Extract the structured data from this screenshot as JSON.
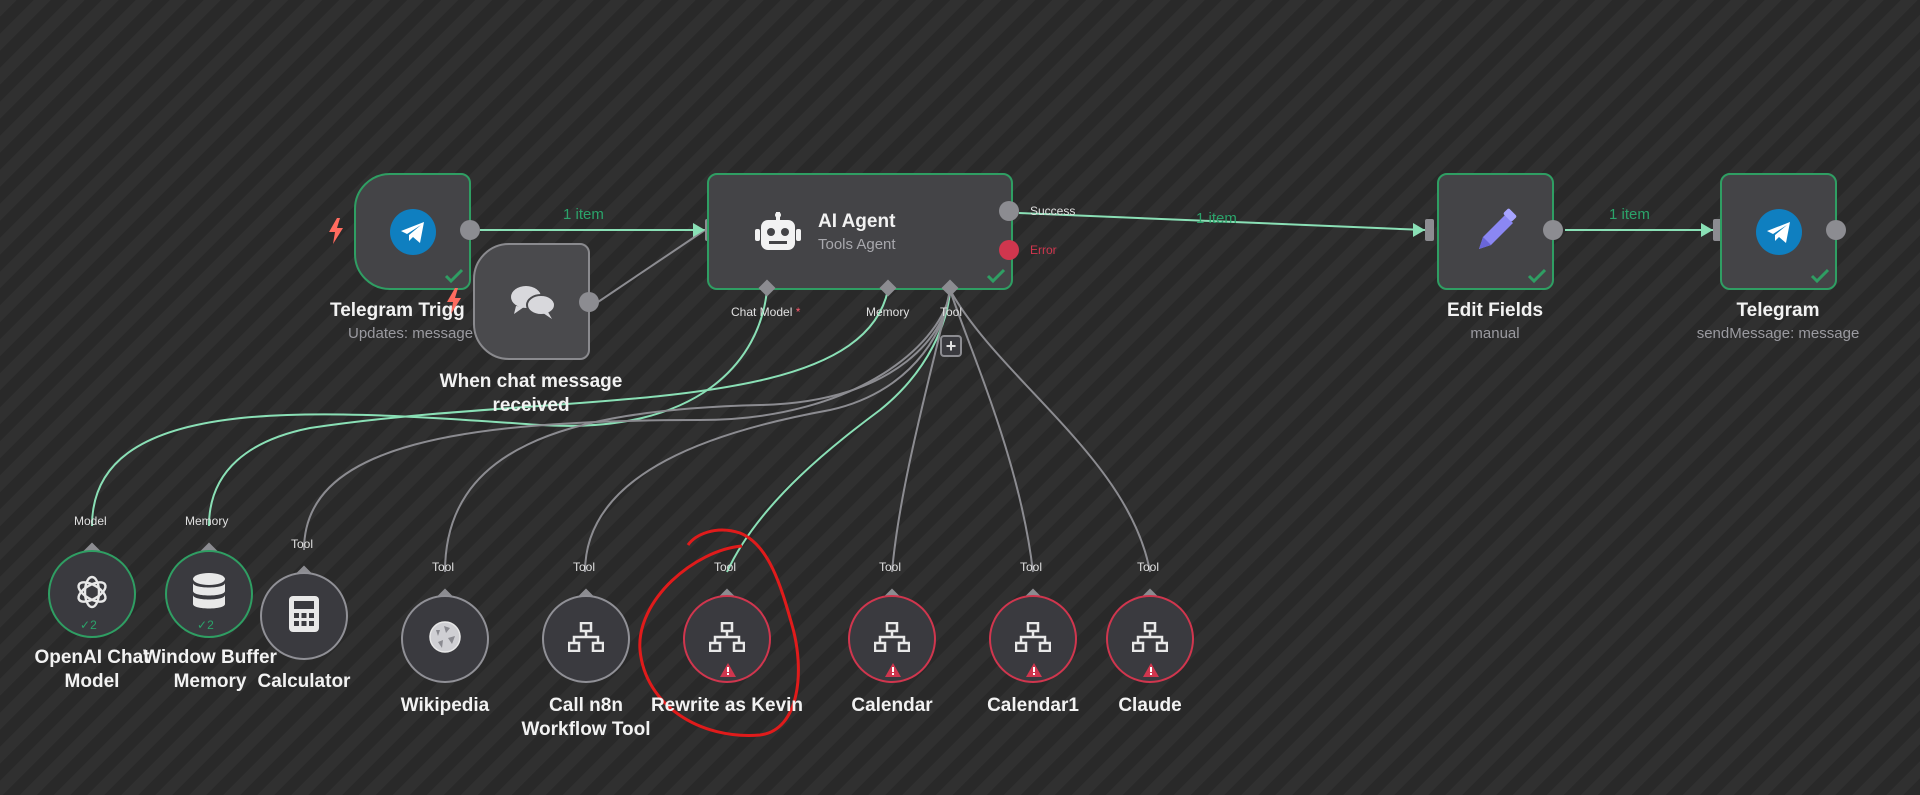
{
  "colors": {
    "success": "#2f9e63",
    "error": "#d0364e",
    "edge_active": "#8ae0b6",
    "edge_idle": "#8c8c91",
    "background": "#2b2b2b"
  },
  "edges": {
    "item_label": "1 item"
  },
  "trigger": {
    "title": "Telegram Trigg",
    "subtitle": "Updates: message"
  },
  "chat_trigger": {
    "title_line1": "When chat message",
    "title_line2": "received"
  },
  "agent": {
    "title": "AI Agent",
    "subtitle": "Tools Agent",
    "success": "Success",
    "error": "Error",
    "port_chat_model": "Chat Model",
    "required_mark": "*",
    "port_memory": "Memory",
    "port_tool": "Tool",
    "add_icon": "+"
  },
  "edit_fields": {
    "title": "Edit Fields",
    "subtitle": "manual"
  },
  "telegram": {
    "title": "Telegram",
    "subtitle": "sendMessage: message"
  },
  "subnodes": {
    "openai": {
      "port": "Model",
      "line1": "OpenAI Chat",
      "line2": "Model",
      "count": "2"
    },
    "memory": {
      "port": "Memory",
      "line1": "Window Buffer",
      "line2": "Memory",
      "count": "2"
    },
    "calculator": {
      "port": "Tool",
      "line1": "Calculator"
    },
    "wikipedia": {
      "port": "Tool",
      "line1": "Wikipedia"
    },
    "calln8n": {
      "port": "Tool",
      "line1": "Call n8n",
      "line2": "Workflow Tool"
    },
    "rewrite": {
      "port": "Tool",
      "line1": "Rewrite as Kevin"
    },
    "calendar": {
      "port": "Tool",
      "line1": "Calendar"
    },
    "calendar1": {
      "port": "Tool",
      "line1": "Calendar1"
    },
    "claude": {
      "port": "Tool",
      "line1": "Claude"
    }
  }
}
